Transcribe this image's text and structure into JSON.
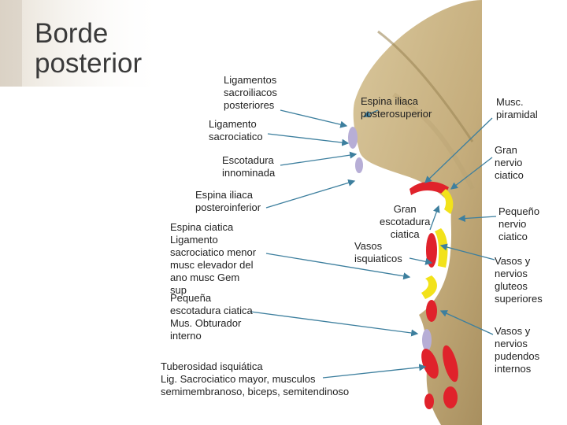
{
  "title": [
    "Borde",
    "posterior"
  ],
  "labels": {
    "lig_sacroiliacos": "Ligamentos\nsacroiliacos\nposteriores",
    "lig_sacrociatico": "Ligamento\nsacrociatico",
    "escotadura_innominada": "Escotadura\ninnominada",
    "espina_posteroinferior": "Espina iliaca\nposteroinferior",
    "espina_ciatica": "Espina ciatica\nLigamento\nsacrociatico menor\nmusc elevador del\nano musc Gem\nsup",
    "pequena_escotadura": "Pequeña\nescotadura ciatica\nMus. Obturador\ninterno",
    "tuberosidad": "Tuberosidad isquiática\nLig. Sacrociatico mayor, musculos\nsemimembranoso, biceps, semitendinoso",
    "espina_posterosuperior": "Espina iliaca\nposterosuperior",
    "gran_escotadura": "Gran\nescotadura\nciatica",
    "vasos_isquiaticos": "Vasos\nisquiaticos",
    "musc_piramidal": "Musc.\npiramidal",
    "gran_nervio": "Gran\nnervio\nciatico",
    "pequeno_nervio": "Pequeño\nnervio\nciatico",
    "vasos_gluteos": "Vasos y\nnervios\ngluteos\nsuperiores",
    "vasos_pudendos": "Vasos y\nnervios\npudendos\ninternos"
  },
  "colors": {
    "title": "#3a3a3a",
    "bone": "#c9b58a",
    "leader": "#3d7f9e",
    "red": "#e0222b",
    "yellow": "#f2e21a",
    "lavender": "#b7aed6"
  }
}
